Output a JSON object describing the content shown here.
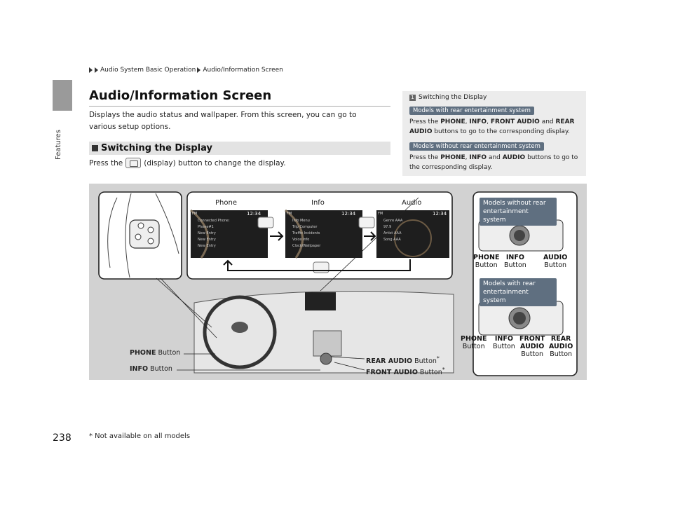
{
  "breadcrumb": [
    "Audio System Basic Operation",
    "Audio/Information Screen"
  ],
  "side_label": "Features",
  "title": "Audio/Information Screen",
  "intro": "Displays the audio status and wallpaper. From this screen, you can go to various setup options.",
  "section": {
    "heading": "Switching the Display",
    "press_before": "Press the",
    "press_after": "(display) button to change the display."
  },
  "sidebox": {
    "title": "Switching the Display",
    "ref_num": "1",
    "models": [
      {
        "tag": "Models with rear entertainment system",
        "pre": "Press the ",
        "buttons": [
          "PHONE",
          "INFO",
          "FRONT AUDIO",
          "REAR AUDIO"
        ],
        "seps": [
          ", ",
          ", ",
          " and ",
          ""
        ],
        "post": " buttons to go to the corresponding display."
      },
      {
        "tag": "Models without rear entertainment system",
        "pre": "Press the ",
        "buttons": [
          "PHONE",
          "INFO",
          "AUDIO"
        ],
        "seps": [
          ", ",
          " and ",
          ""
        ],
        "post": " buttons to go to the corresponding display."
      }
    ]
  },
  "figure": {
    "screens": [
      {
        "label": "Phone",
        "fm": "FM",
        "time": "12:34",
        "lines": [
          "Connected Phone:",
          "Phone#1",
          "New Entry",
          "New Entry",
          "New Entry"
        ]
      },
      {
        "label": "Info",
        "fm": "FM",
        "time": "12:34",
        "lines": [
          "Info Menu",
          "Trip Computer",
          "Traffic Incidents",
          "Voice Info",
          "Clock/Wallpaper"
        ]
      },
      {
        "label": "Audio",
        "fm": "FM",
        "time": "12:34",
        "lines": [
          "Genre AAA",
          "97.9",
          "Artist AAA",
          "Song AAA"
        ]
      }
    ],
    "without_rear": {
      "tag": "Models without rear entertainment system",
      "buttons": [
        [
          "PHONE",
          "Button"
        ],
        [
          "INFO",
          "Button"
        ],
        [
          "AUDIO",
          "Button"
        ]
      ]
    },
    "with_rear": {
      "tag": "Models with rear entertainment system",
      "buttons": [
        [
          "PHONE",
          "Button"
        ],
        [
          "INFO",
          "Button"
        ],
        [
          "FRONT",
          "AUDIO",
          "Button"
        ],
        [
          "REAR",
          "AUDIO",
          "Button"
        ]
      ]
    },
    "callouts": {
      "phone": {
        "bold": "PHONE",
        "rest": " Button"
      },
      "info": {
        "bold": "INFO",
        "rest": " Button"
      },
      "rear_audio": {
        "bold": "REAR AUDIO",
        "rest": " Button",
        "star": "*"
      },
      "front_audio": {
        "bold": "FRONT AUDIO",
        "rest": " Button",
        "star": "*"
      }
    }
  },
  "page_number": "238",
  "footnote": "* Not available on all models",
  "colors": {
    "tag_bg": "#5f6f80",
    "figure_bg": "#d2d2d2",
    "side_tab": "#9a9a9a",
    "sidebox_bg": "#ececec"
  }
}
